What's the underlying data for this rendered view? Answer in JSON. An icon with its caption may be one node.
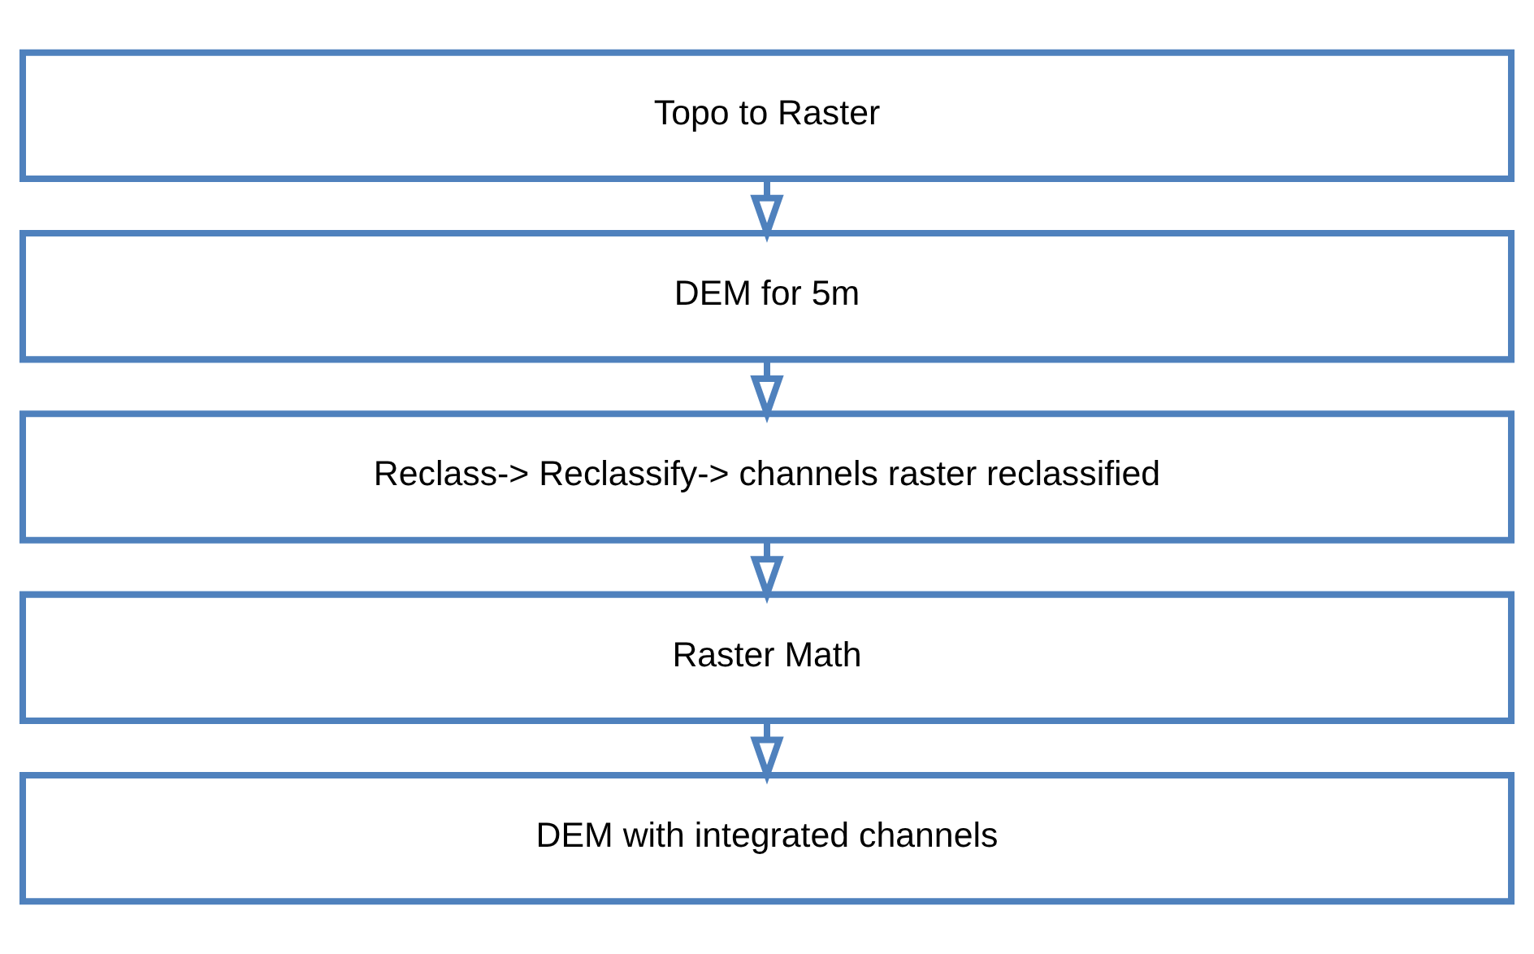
{
  "diagram": {
    "nodes": [
      {
        "text": [
          "Topo to Raster"
        ]
      },
      {
        "text": [
          "DEM for 5m"
        ]
      },
      {
        "text": [
          "Reclass-> Reclassify-> channels raster reclassified"
        ]
      },
      {
        "text": [
          "Raster Math"
        ]
      },
      {
        "text": [
          "DEM with integrated channels"
        ]
      }
    ],
    "edges": [
      {
        "from": 0,
        "to": 1,
        "arrow": "to"
      },
      {
        "from": 1,
        "to": 2,
        "arrow": "to"
      },
      {
        "from": 2,
        "to": 3,
        "arrow": "to"
      },
      {
        "from": 3,
        "to": 4,
        "arrow": "to"
      }
    ]
  }
}
